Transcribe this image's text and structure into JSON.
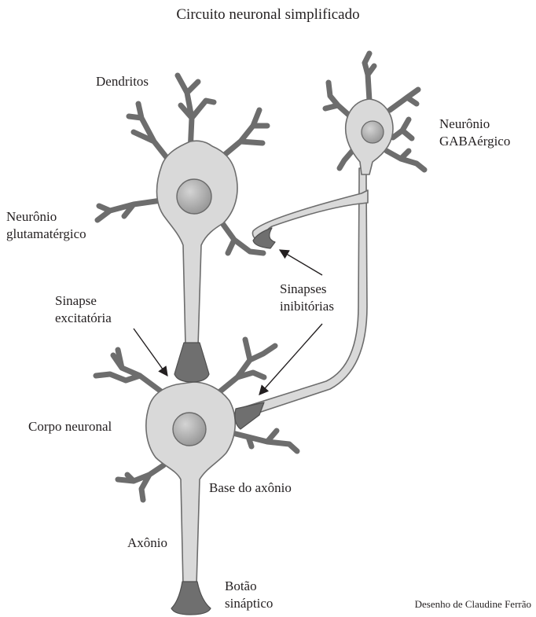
{
  "title": "Circuito neuronal simplificado",
  "labels": {
    "dendrites": "Dendritos",
    "glutamatergic_neuron": "Neurônio\nglutamatérgico",
    "gabaergic_neuron": "Neurônio\nGABAérgico",
    "inhibitory_synapses": "Sinapses\ninibitórias",
    "excitatory_synapse": "Sinapse\nexcitatória",
    "cell_body": "Corpo neuronal",
    "axon_base": "Base do axônio",
    "axon": "Axônio",
    "synaptic_button": "Botão\nsináptico"
  },
  "credit": "Desenho de Claudine Ferrão",
  "colors": {
    "cell_fill": "#d9d9d9",
    "cell_stroke": "#6d6d6d",
    "nucleus": "#a9a9a9",
    "terminal": "#6f6f6f",
    "ink": "#231f20"
  }
}
